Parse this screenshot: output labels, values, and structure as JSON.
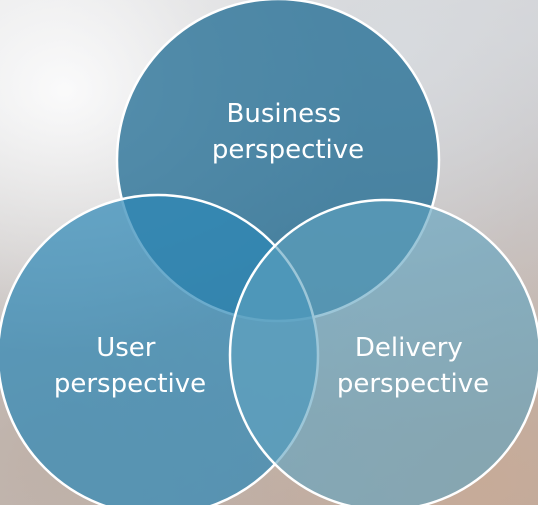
{
  "diagram": {
    "type": "venn",
    "circles": [
      {
        "id": "business",
        "line1": "Business",
        "line2": "perspective",
        "color": "#1c6a92"
      },
      {
        "id": "user",
        "line1": "User",
        "line2": "perspective",
        "color": "#2c87b6"
      },
      {
        "id": "delivery",
        "line1": "Delivery",
        "line2": "perspective",
        "color": "#5fa3c0"
      }
    ],
    "outline_color": "#ffffff",
    "background_colors": [
      "#e8e8ea",
      "#cfd1d5",
      "#b9aea8"
    ]
  }
}
